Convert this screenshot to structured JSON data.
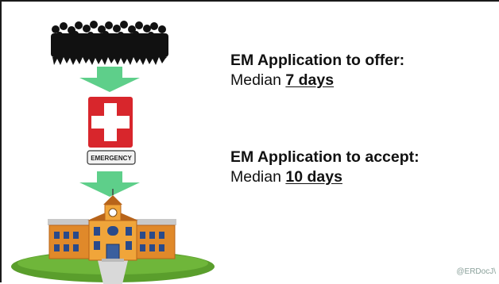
{
  "illustration": {
    "crowd_icon": "crowd-silhouette-icon",
    "arrow_icon": "down-arrow-icon",
    "emergency_sign": {
      "icon": "medical-cross-icon",
      "label": "EMERGENCY"
    },
    "hospital_icon": "hospital-building-icon",
    "colors": {
      "arrow": "#5ecf8a",
      "cross_box": "#d8262c",
      "grass": "#5a9e2c",
      "building": "#e0892a",
      "building_dark": "#b8641a",
      "roof": "#c9c9c9"
    }
  },
  "stats": {
    "offer": {
      "heading": "EM Application to offer:",
      "prefix": "Median ",
      "value": "7 days"
    },
    "accept": {
      "heading": "EM Application to accept:",
      "prefix": "Median ",
      "value": "10 days"
    }
  },
  "watermark": "@ERDocJ\\"
}
